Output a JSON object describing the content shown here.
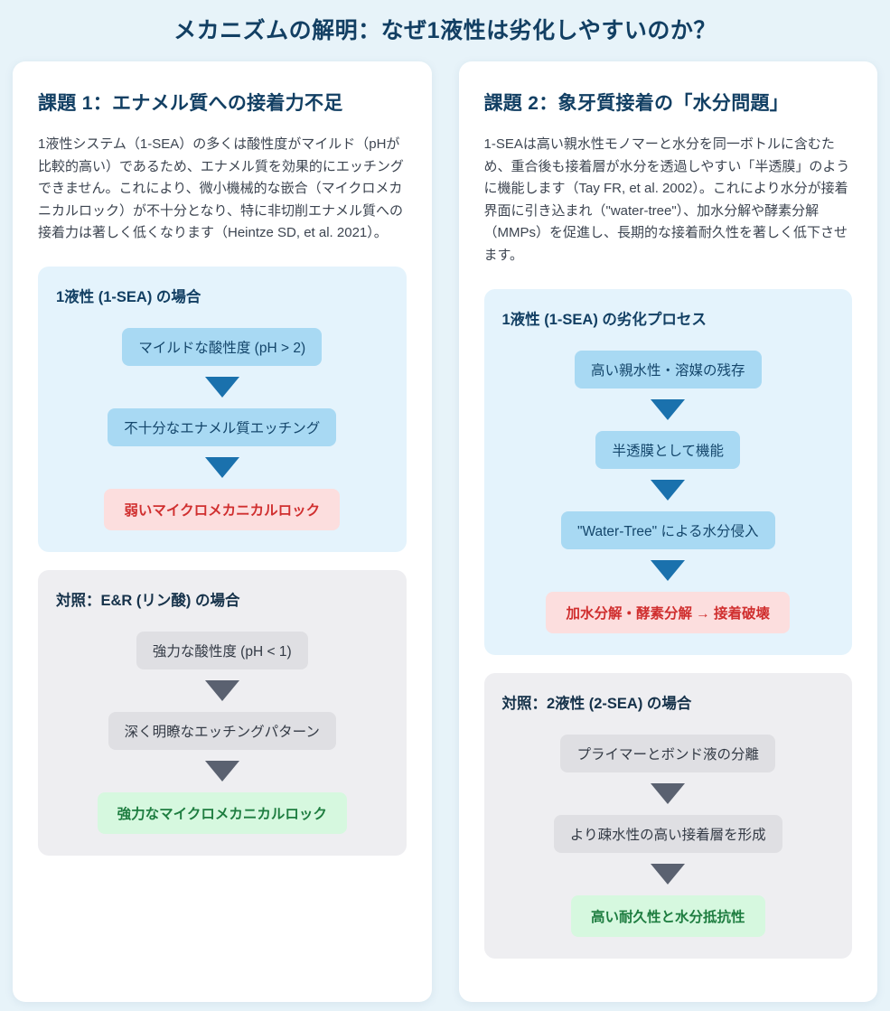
{
  "page": {
    "title": "メカニズムの解明：なぜ1液性は劣化しやすいのか？"
  },
  "colors": {
    "page_bg": "#e7f3f9",
    "card_bg": "#ffffff",
    "heading_navy": "#123f63",
    "body_text": "#3c4450",
    "blue_panel_bg": "#e4f3fc",
    "blue_step_bg": "#a8d9f3",
    "blue_step_text": "#14466b",
    "blue_arrow": "#1a71ad",
    "red_step_bg": "#fcdede",
    "red_step_text": "#d02f2f",
    "gray_panel_bg": "#eeeef1",
    "gray_step_bg": "#dfdfe3",
    "gray_step_text": "#333a45",
    "gray_arrow": "#5a6170",
    "green_step_bg": "#d6f8df",
    "green_step_text": "#1e7d40"
  },
  "cards": [
    {
      "heading": "課題 1：エナメル質への接着力不足",
      "paragraph": "1液性システム（1-SEA）の多くは酸性度がマイルド（pHが比較的高い）であるため、エナメル質を効果的にエッチングできません。これにより、微小機械的な嵌合（マイクロメカニカルロック）が不十分となり、特に非切削エナメル質への接着力は著しく低くなります（Heintze SD, et al. 2021）。",
      "panels": [
        {
          "style": "blue",
          "title": "1液性 (1-SEA) の場合",
          "steps": [
            {
              "label": "マイルドな酸性度 (pH > 2)",
              "variant": "blue"
            },
            {
              "label": "不十分なエナメル質エッチング",
              "variant": "blue"
            },
            {
              "label": "弱いマイクロメカニカルロック",
              "variant": "red"
            }
          ]
        },
        {
          "style": "gray",
          "title": "対照：E&R (リン酸) の場合",
          "steps": [
            {
              "label": "強力な酸性度 (pH < 1)",
              "variant": "gray"
            },
            {
              "label": "深く明瞭なエッチングパターン",
              "variant": "gray"
            },
            {
              "label": "強力なマイクロメカニカルロック",
              "variant": "green"
            }
          ]
        }
      ]
    },
    {
      "heading": "課題 2：象牙質接着の「水分問題」",
      "paragraph": "1-SEAは高い親水性モノマーと水分を同一ボトルに含むため、重合後も接着層が水分を透過しやすい「半透膜」のように機能します（Tay FR, et al. 2002）。これにより水分が接着界面に引き込まれ（\"water-tree\"）、加水分解や酵素分解（MMPs）を促進し、長期的な接着耐久性を著しく低下させます。",
      "panels": [
        {
          "style": "blue",
          "title": "1液性 (1-SEA) の劣化プロセス",
          "steps": [
            {
              "label": "高い親水性・溶媒の残存",
              "variant": "blue"
            },
            {
              "label": "半透膜として機能",
              "variant": "blue"
            },
            {
              "label": "\"Water-Tree\" による水分侵入",
              "variant": "blue"
            },
            {
              "label": "加水分解・酵素分解 → 接着破壊",
              "variant": "red"
            }
          ]
        },
        {
          "style": "gray",
          "title": "対照：2液性 (2-SEA) の場合",
          "steps": [
            {
              "label": "プライマーとボンド液の分離",
              "variant": "gray"
            },
            {
              "label": "より疎水性の高い接着層を形成",
              "variant": "gray"
            },
            {
              "label": "高い耐久性と水分抵抗性",
              "variant": "green"
            }
          ]
        }
      ]
    }
  ]
}
